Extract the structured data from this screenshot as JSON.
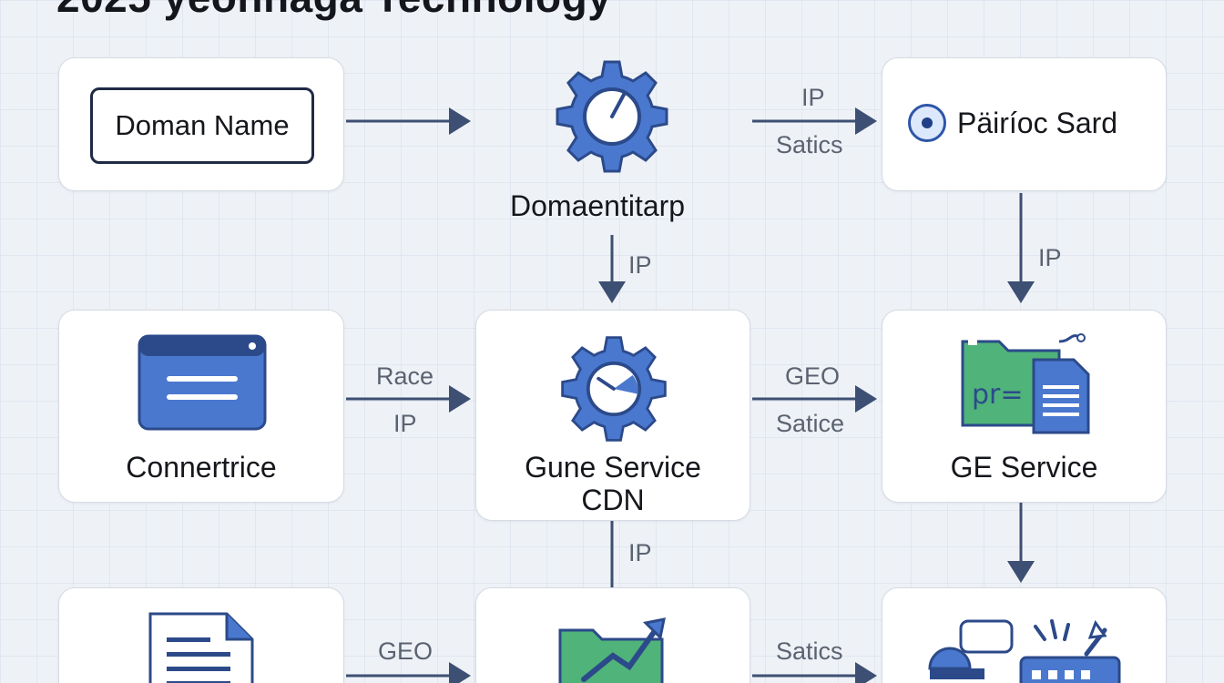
{
  "page": {
    "title": "2025 yeonnaga Technology"
  },
  "nodes": {
    "domain_name": {
      "label": "Doman Name"
    },
    "gear_top": {
      "label": "Domaentitarp"
    },
    "selected_card": {
      "label": "Päiríoc Sard"
    },
    "connect_service": {
      "label": "Connertrice"
    },
    "core_service": {
      "label_line1": "Gune Service",
      "label_line2": "CDN"
    },
    "ge_service": {
      "label": "GE Service"
    }
  },
  "edges": {
    "top_right_ip": "IP",
    "top_right_satics": "Satics",
    "gear_down_ip": "IP",
    "selected_down_ip": "IP",
    "mid_left_race": "Race",
    "mid_left_ip": "IP",
    "mid_right_geo": "GEO",
    "mid_right_satice": "Satice",
    "core_down_ip": "IP",
    "bottom_left_geo": "GEO",
    "bottom_right_satics": "Satics"
  },
  "colors": {
    "accent_blue": "#4a78cf",
    "dark_blue": "#2c4a8a",
    "accent_green": "#4fb37a",
    "arrow": "#3d4f72"
  }
}
